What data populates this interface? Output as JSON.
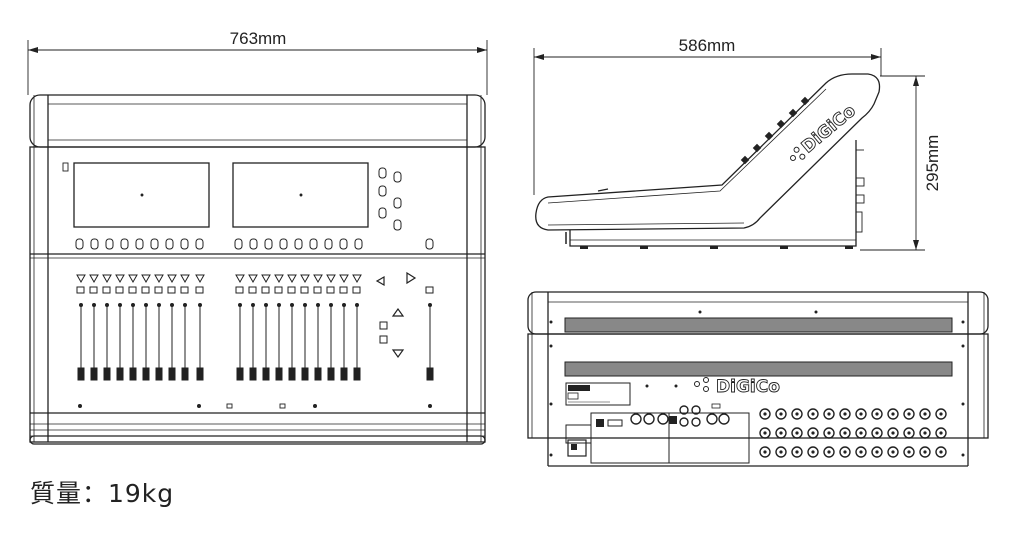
{
  "dimensions": {
    "width": "763mm",
    "depth": "586mm",
    "height": "295mm"
  },
  "brand": "DiGiCo",
  "weight_label": "質量：19kg",
  "colors": {
    "line": "#222222",
    "background": "#ffffff"
  }
}
